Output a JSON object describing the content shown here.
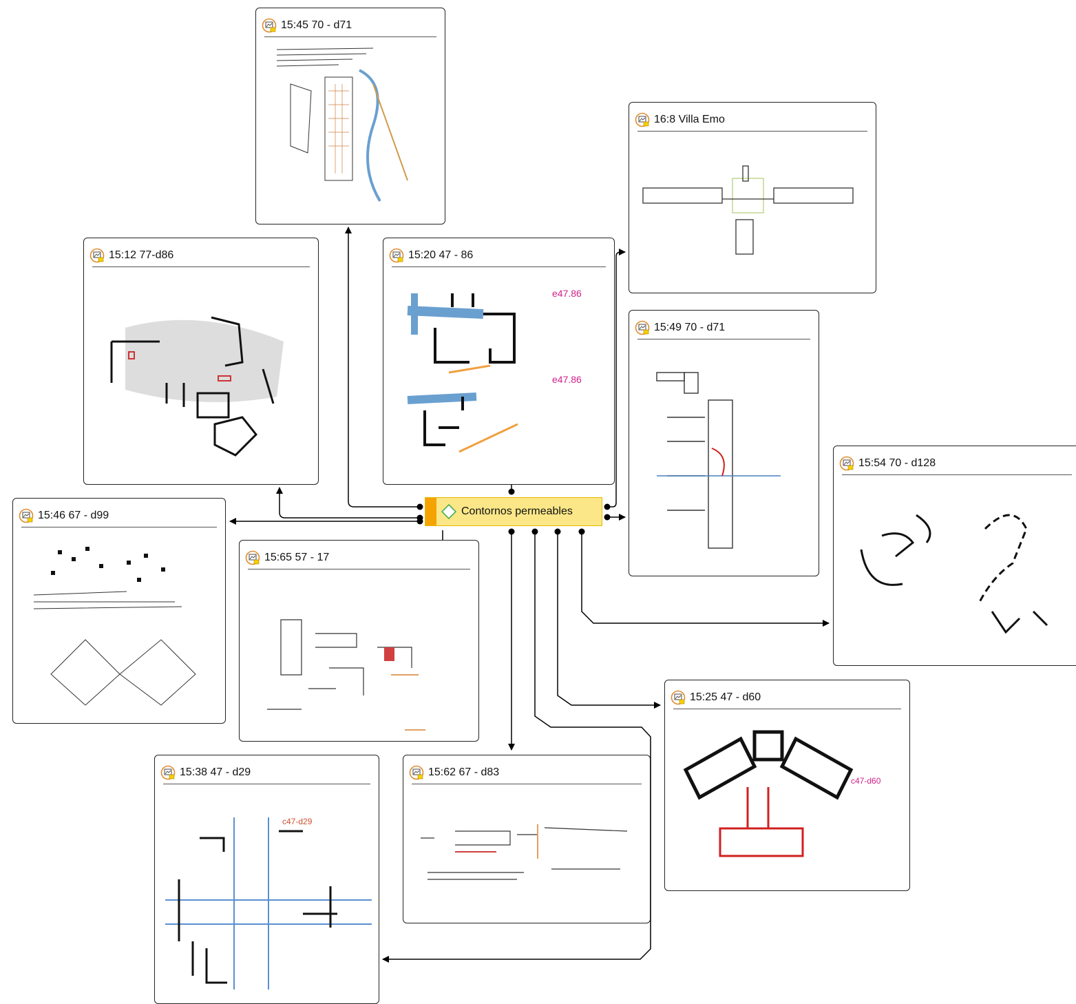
{
  "network": {
    "center": {
      "label": "Contornos permeables",
      "color": "#fbe787",
      "accent": "#f5a300",
      "icon": "code-diamond-icon"
    },
    "documents": [
      {
        "id": "d1",
        "title": "15:45 70 - d71",
        "icon": "image-document-icon"
      },
      {
        "id": "d2",
        "title": "16:8 Villa Emo",
        "icon": "image-document-icon"
      },
      {
        "id": "d3",
        "title": "15:12 77-d86",
        "icon": "image-document-icon"
      },
      {
        "id": "d4",
        "title": "15:20 47 - 86",
        "icon": "image-document-icon"
      },
      {
        "id": "d5",
        "title": "15:49 70 - d71",
        "icon": "image-document-icon"
      },
      {
        "id": "d6",
        "title": "15:54 70 - d128",
        "icon": "image-document-icon"
      },
      {
        "id": "d7",
        "title": "15:46 67 - d99",
        "icon": "image-document-icon"
      },
      {
        "id": "d8",
        "title": "15:65 57 - 17",
        "icon": "image-document-icon"
      },
      {
        "id": "d9",
        "title": "15:25 47 - d60",
        "icon": "image-document-icon"
      },
      {
        "id": "d10",
        "title": "15:38 47 - d29",
        "icon": "image-document-icon"
      },
      {
        "id": "d11",
        "title": "15:62 67 - d83",
        "icon": "image-document-icon"
      }
    ]
  }
}
